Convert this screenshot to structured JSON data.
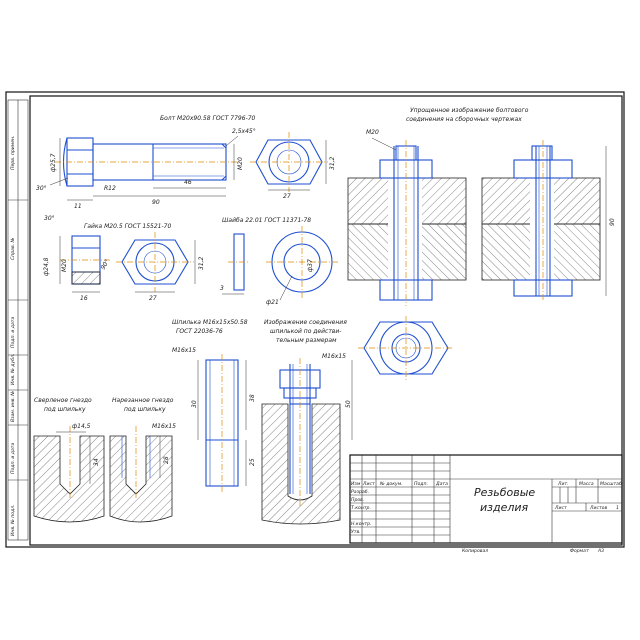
{
  "titles": {
    "bolt": "Болт М20х90.58 ГОСТ 7796-70",
    "nut": "Гайка М20.5 ГОСТ 15521-70",
    "washer": "Шайба 22.01 ГОСТ 11371-78",
    "stud": "Шпилька М16х15х50.58",
    "stud_gost": "ГОСТ 22036-76",
    "simplified_1": "Упрощенное изображение болтового",
    "simplified_2": "соединения на сборочных чертежах",
    "stud_joint_1": "Изображение соединения",
    "stud_joint_2": "шпилькой по действи-",
    "stud_joint_3": "тельным размерам",
    "drilled_1": "Сверленое гнездо",
    "drilled_2": "под шпильку",
    "threaded_1": "Нарезанное гнездо",
    "threaded_2": "под шпильку"
  },
  "dims": {
    "bolt_d": "ф25,7",
    "chamfer": "2,5х45°",
    "m20_bolt": "М20",
    "r12": "R12",
    "angle30_bolt": "30°",
    "len11": "11",
    "len46": "46",
    "len90": "90",
    "hex_h": "31,2",
    "hex_s": "27",
    "angle30_nut": "30°",
    "nut_d": "ф24,8",
    "m20_nut": "М20",
    "nut_16": "16",
    "nut_angle": "90°",
    "nut_312": "31,2",
    "nut_27": "27",
    "washer_3": "3",
    "washer_37": "ф37",
    "washer_21": "ф21",
    "m20_assy": "М20",
    "assy_90": "90",
    "stud_m16": "М16х15",
    "stud_30": "30",
    "stud_38": "38",
    "stud_25": "25",
    "joint_m16": "М16х15",
    "joint_50": "50",
    "d145": "ф14,5",
    "nest_34": "34",
    "nest_m16": "М16х15",
    "nest_28": "28"
  },
  "title_block": {
    "name_1": "Резьбовые",
    "name_2": "изделия",
    "hdr_izm": "Изм",
    "hdr_list": "Лист",
    "hdr_doc": "№ докум.",
    "hdr_podp": "Подп.",
    "hdr_data": "Дата",
    "razrab": "Разраб.",
    "prov": "Пров.",
    "tkontr": "Т.контр.",
    "nkontr": "Н.контр.",
    "utv": "Утв.",
    "lit": "Лит.",
    "massa": "Масса",
    "masshtab": "Масштаб",
    "list": "Лист",
    "listov": "Листов",
    "listov_val": "1",
    "copied": "Копировал",
    "format": "Формат",
    "format_val": "А3"
  },
  "side_labels": {
    "perv": "Перв. примен.",
    "sprav": "Справ. №",
    "podp1": "Подп. и дата",
    "inv_dubl": "Инв. № дубл.",
    "vzam": "Взам. инв. №",
    "podp2": "Подп. и дата",
    "inv_podl": "Инв. № подл."
  }
}
